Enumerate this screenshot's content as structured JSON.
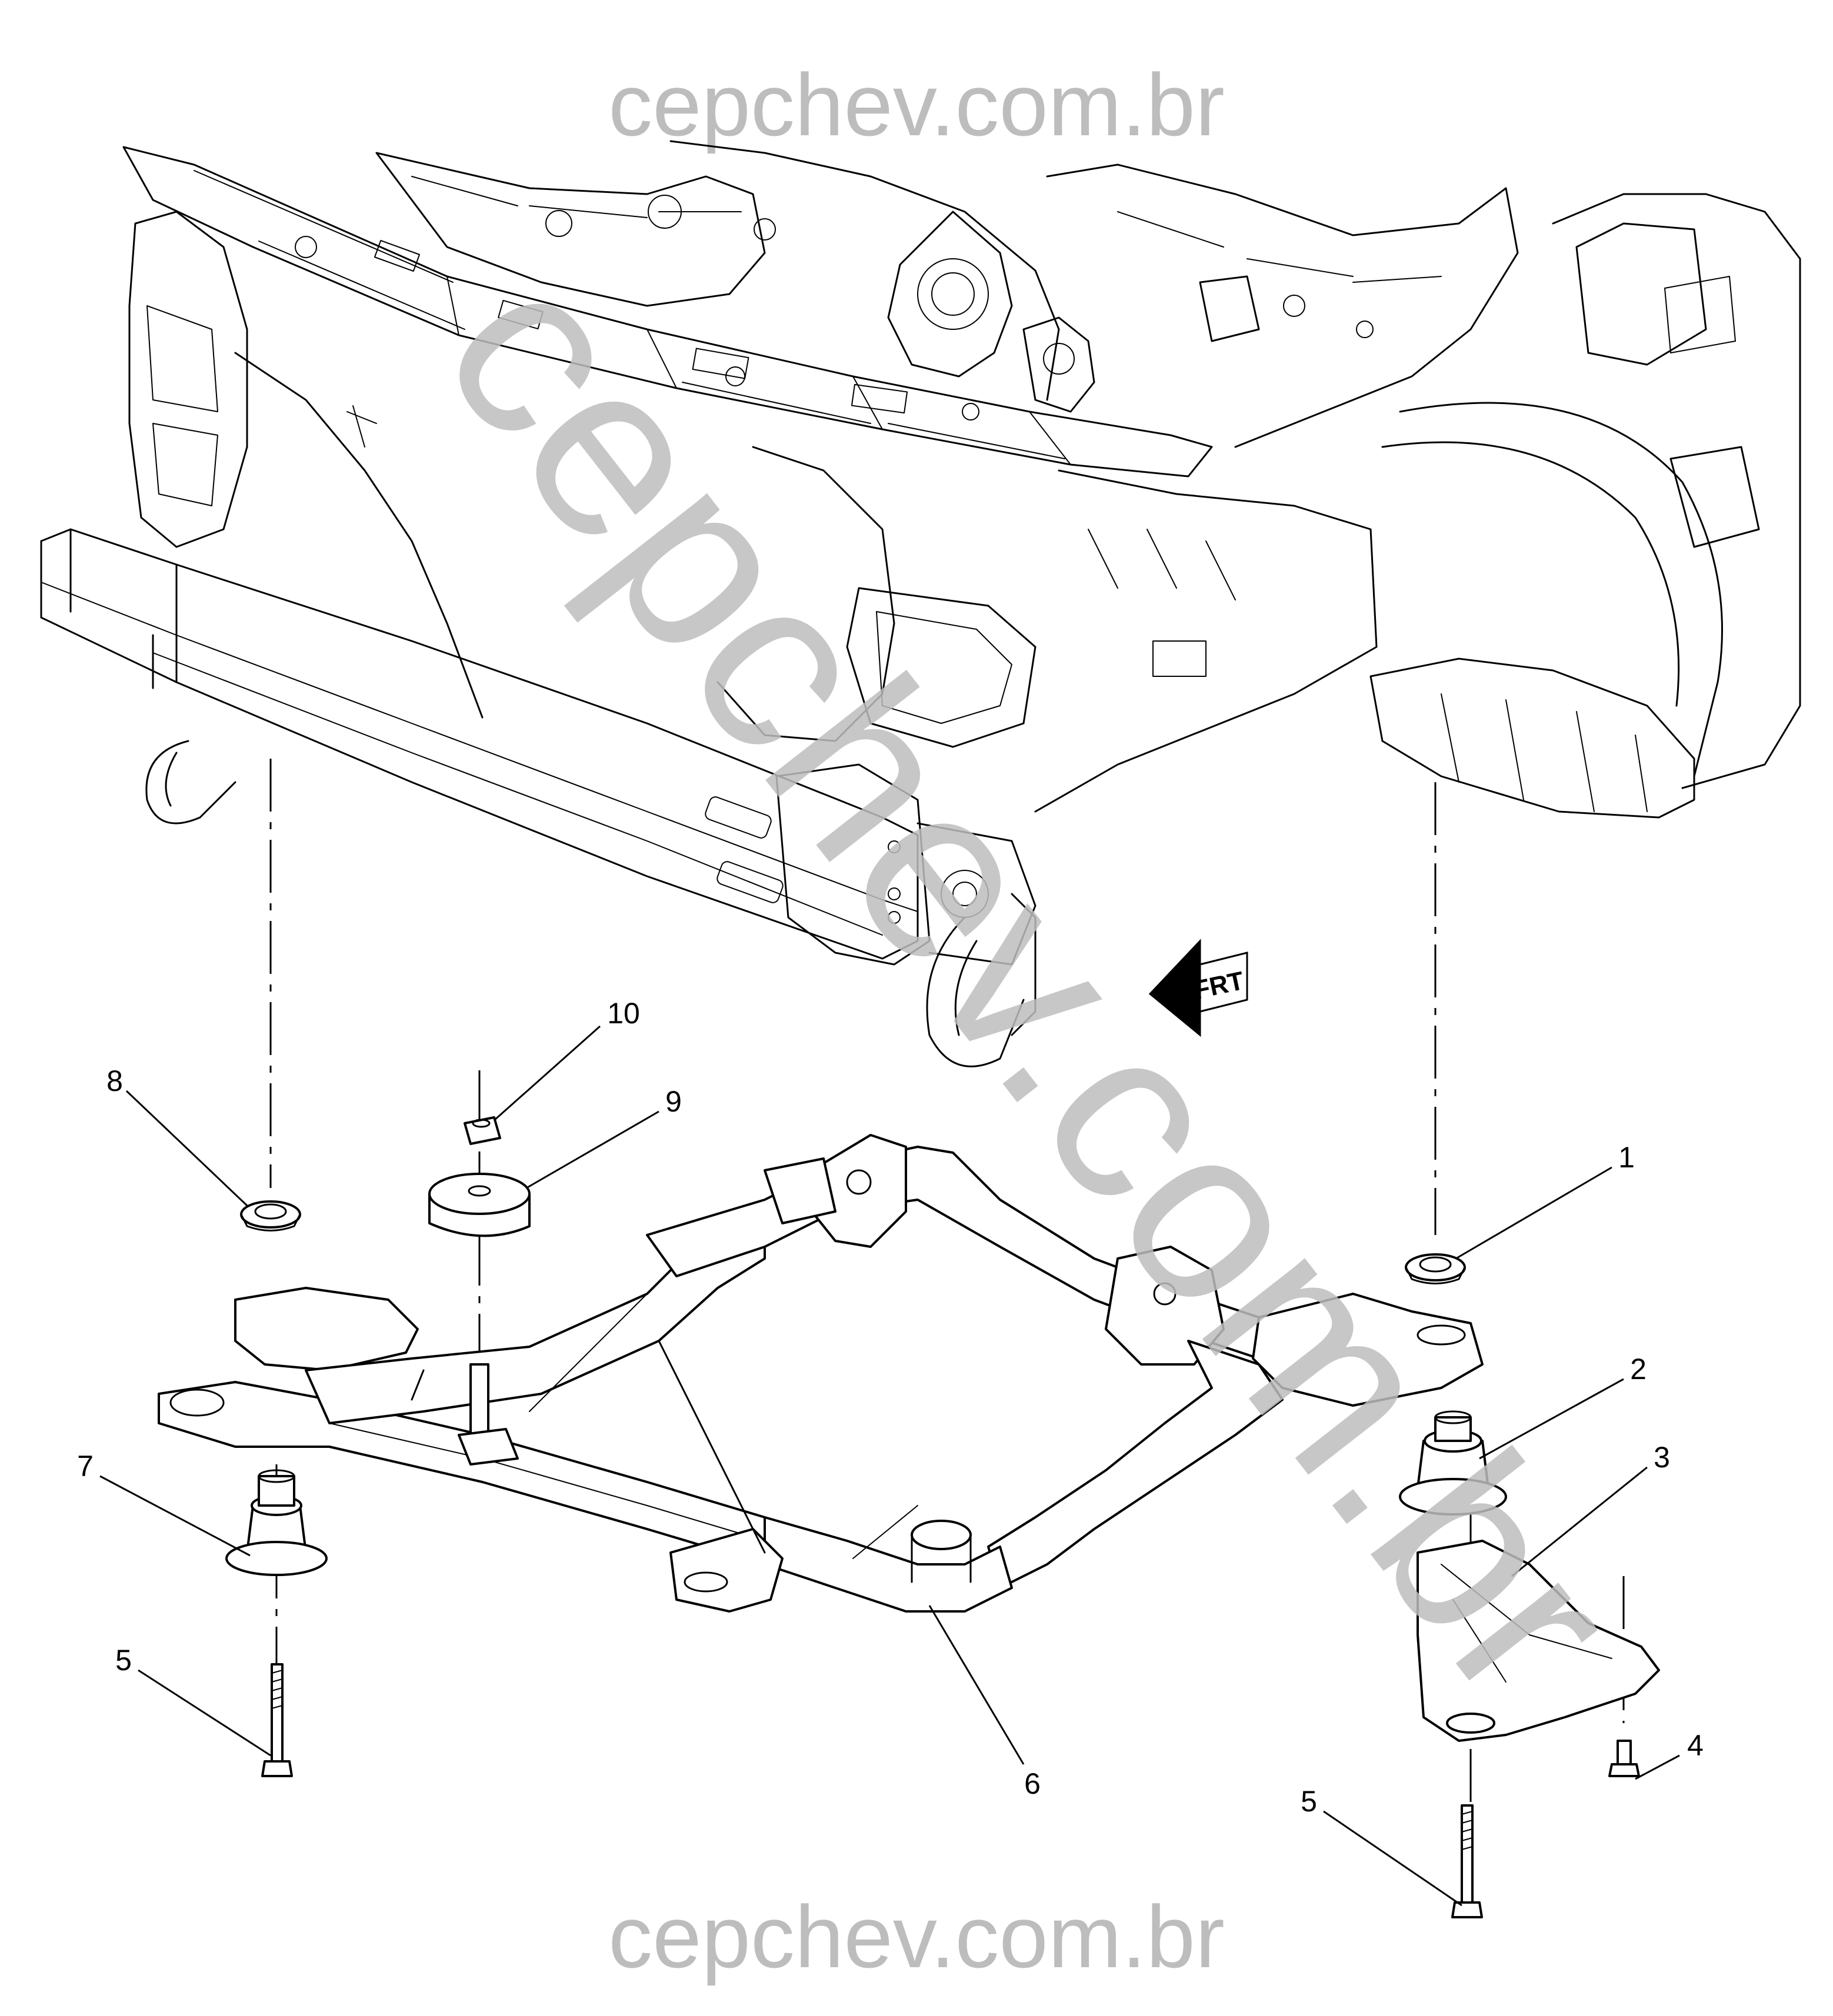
{
  "watermark": {
    "top": "cepchev.com.br",
    "bottom": "cepchev.com.br",
    "diagonal": "cepchev.com.br",
    "color": "#bdbdbd"
  },
  "direction_marker": {
    "label": "FRT",
    "icon": "front-direction-arrow-icon"
  },
  "callouts": [
    {
      "id": "c1",
      "label": "1"
    },
    {
      "id": "c2",
      "label": "2"
    },
    {
      "id": "c3",
      "label": "3"
    },
    {
      "id": "c4",
      "label": "4"
    },
    {
      "id": "c5a",
      "label": "5"
    },
    {
      "id": "c5b",
      "label": "5"
    },
    {
      "id": "c6",
      "label": "6"
    },
    {
      "id": "c7",
      "label": "7"
    },
    {
      "id": "c8",
      "label": "8"
    },
    {
      "id": "c9",
      "label": "9"
    },
    {
      "id": "c10",
      "label": "10"
    }
  ]
}
